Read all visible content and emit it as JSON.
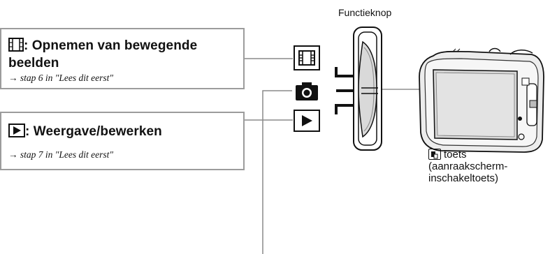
{
  "dial_label": "Functieknop",
  "movie_callout": {
    "icon": "film-icon",
    "title_line1": ": Opnemen van bewegende",
    "title_line2": "beelden",
    "ref_arrow": "→",
    "ref_text": "stap 6 in \"Lees dit eerst\""
  },
  "playback_callout": {
    "icon": "play-icon",
    "title": ": Weergave/bewerken",
    "ref_arrow": "→",
    "ref_text": "stap 7 in \"Lees dit eerst\""
  },
  "mode_icons": [
    "film-icon",
    "camera-icon",
    "play-icon"
  ],
  "touch_button": {
    "icon": "touch-panel-icon",
    "line1": "toets",
    "line2": "(aanraakscherm-",
    "line3": "inschakeltoets)"
  },
  "colors": {
    "callout_border": "#9c9c9c",
    "leader_line": "#8a8a8a",
    "ink": "#111111"
  }
}
